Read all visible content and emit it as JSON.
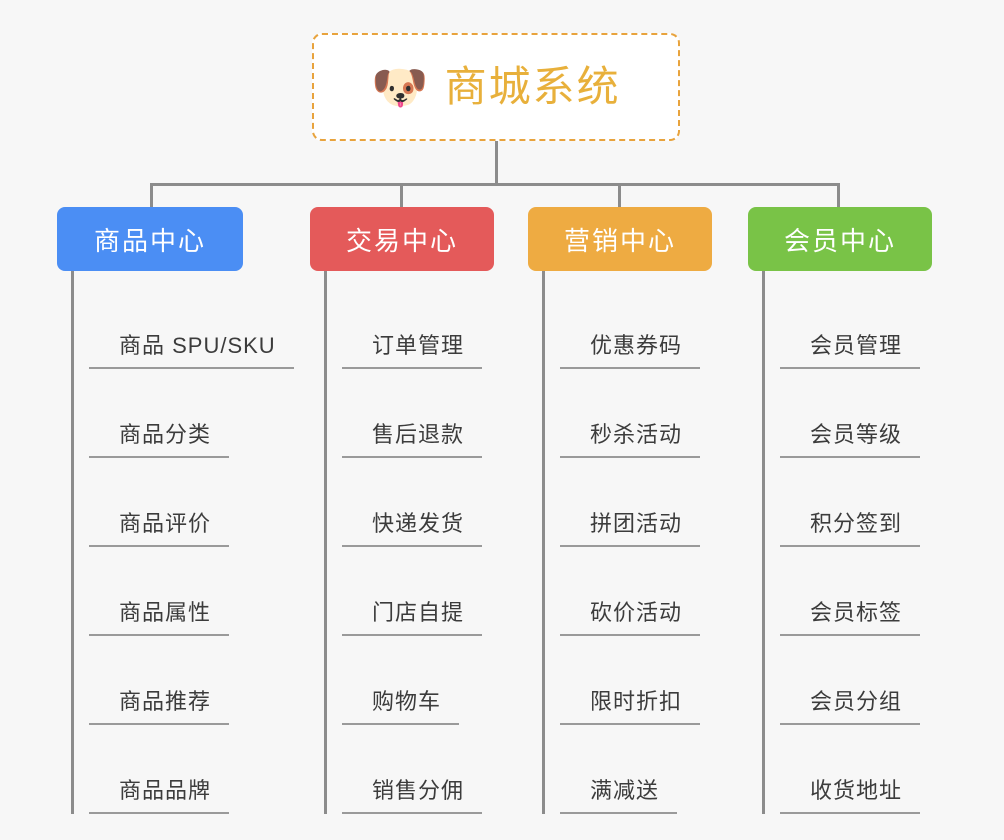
{
  "diagram": {
    "type": "tree-mindmap",
    "background_color": "#f7f7f7",
    "connector_color": "#8c8c8c",
    "root": {
      "icon": "shiba-dog-face-emoji",
      "icon_glyph": "🐶",
      "title": "商城系统",
      "text_color": "#e8b03b",
      "border_color": "#e8a33d",
      "border_style": "dashed",
      "background_color": "#ffffff"
    },
    "categories": [
      {
        "id": "product-center",
        "label": "商品中心",
        "color": "#4b8ef4",
        "items": [
          "商品 SPU/SKU",
          "商品分类",
          "商品评价",
          "商品属性",
          "商品推荐",
          "商品品牌"
        ]
      },
      {
        "id": "trade-center",
        "label": "交易中心",
        "color": "#e45a5a",
        "items": [
          "订单管理",
          "售后退款",
          "快递发货",
          "门店自提",
          "购物车",
          "销售分佣"
        ]
      },
      {
        "id": "marketing-center",
        "label": "营销中心",
        "color": "#eeab42",
        "items": [
          "优惠券码",
          "秒杀活动",
          "拼团活动",
          "砍价活动",
          "限时折扣",
          "满减送"
        ]
      },
      {
        "id": "member-center",
        "label": "会员中心",
        "color": "#79c347",
        "items": [
          "会员管理",
          "会员等级",
          "积分签到",
          "会员标签",
          "会员分组",
          "收货地址"
        ]
      }
    ]
  }
}
